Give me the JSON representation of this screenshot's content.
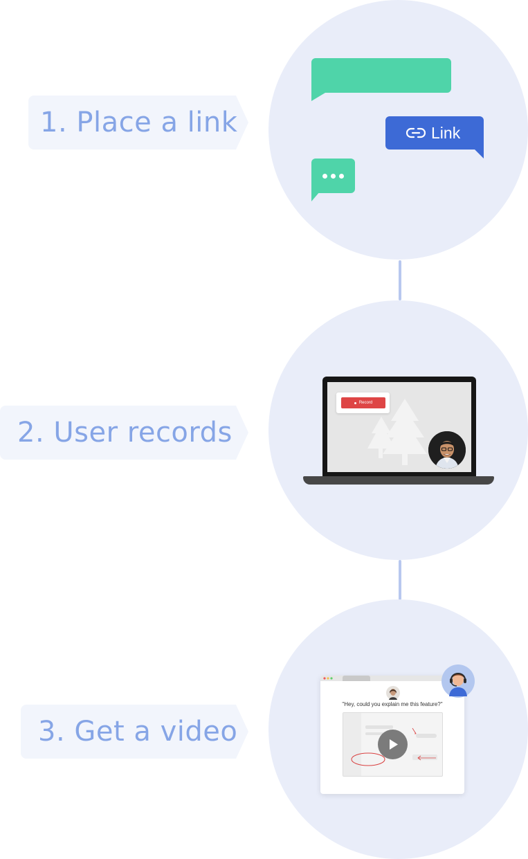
{
  "steps": [
    {
      "label": "1. Place a link"
    },
    {
      "label": "2. User records"
    },
    {
      "label": "3. Get a video"
    }
  ],
  "step1": {
    "link_label": "Link",
    "link_icon": "link-icon",
    "typing_icon": "ellipsis-icon"
  },
  "step2": {
    "record_label": "Record"
  },
  "step3": {
    "quote": "\"Hey, could you explain me this feature?\"",
    "play_icon": "play-icon"
  },
  "colors": {
    "circle": "#e9edf9",
    "connector": "#b8c8ef",
    "label_text": "#86a5e6",
    "label_bg": "#f2f5fc",
    "green_bubble": "#4fd4a9",
    "blue_bubble": "#3d6ad6",
    "record_red": "#de4545"
  }
}
